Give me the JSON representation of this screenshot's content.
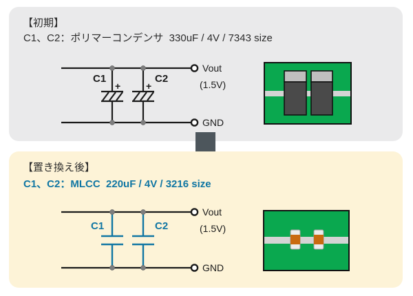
{
  "initial": {
    "heading": "【初期】",
    "spec_line": "C1、C2：ポリマーコンデンサ  330uF / 4V / 7343 size",
    "schematic": {
      "cap1_label": "C1",
      "cap2_label": "C2",
      "plus": "+",
      "vout_label": "Vout",
      "vout_voltage": "(1.5V)",
      "gnd_label": "GND"
    }
  },
  "replaced": {
    "heading": "【置き換え後】",
    "spec_line": "C1、C2：MLCC  220uF / 4V / 3216 size",
    "schematic": {
      "cap1_label": "C1",
      "cap2_label": "C2",
      "vout_label": "Vout",
      "vout_voltage": "(1.5V)",
      "gnd_label": "GND"
    }
  },
  "colors": {
    "panel_initial_bg": "#eaeaeb",
    "panel_replaced_bg": "#fdf3d7",
    "accent_teal": "#1076a3",
    "arrow_gray": "#4d565c",
    "pcb_green": "#0aa84f",
    "pcb_trace_gray": "#d4d4d4",
    "polymer_cap_body": "#4a4a4a",
    "polymer_cap_top": "#bfbfbf",
    "mlcc_body_orange": "#c96a10",
    "mlcc_terminal": "#ececec",
    "schematic_line": "#1a1a1a"
  }
}
